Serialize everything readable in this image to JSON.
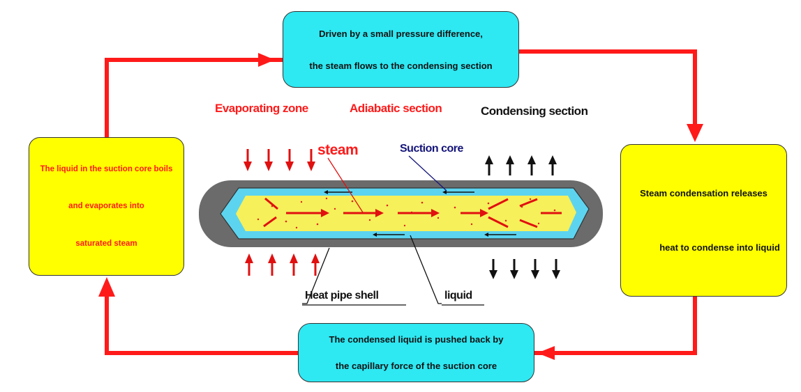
{
  "top_box": {
    "line1": "Driven by a small pressure difference,",
    "line2": "the steam flows to the condensing section"
  },
  "left_box": {
    "line1": "The liquid in the suction core boils",
    "line2": "and evaporates into",
    "line3": "saturated steam"
  },
  "right_box": {
    "line1": "Steam condensation releases",
    "line2": "heat to condense into liquid"
  },
  "bottom_box": {
    "line1": "The condensed liquid is pushed back by",
    "line2": "the capillary force of the suction core"
  },
  "zones": {
    "evaporating": "Evaporating zone",
    "adiabatic": "Adiabatic section",
    "condensing": "Condensing section"
  },
  "labels": {
    "steam": "steam",
    "suction_core": "Suction core",
    "heat_pipe_shell": "Heat pipe shell",
    "liquid": "liquid"
  },
  "colors": {
    "cycle_arrow": "#ff1a1a",
    "cyan_box": "#2ee8f2",
    "yellow_box": "#ffff00",
    "pipe_shell": "#6b6b6b",
    "wick": "#5cd4f0",
    "vapor_core": "#f6f05a"
  }
}
